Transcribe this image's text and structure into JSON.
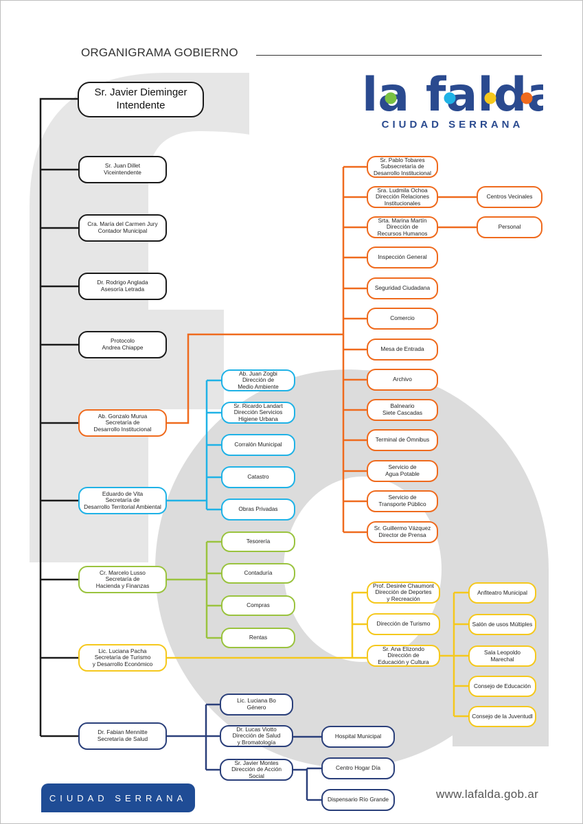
{
  "header": {
    "title": "ORGANIGRAMA GOBIERNO",
    "logo_text": "la falda",
    "logo_tagline": "CIUDAD SERRANA"
  },
  "colors": {
    "black": "#1a1a1a",
    "orange": "#ef6a1d",
    "cyan": "#1fb2e6",
    "green": "#9ac33e",
    "yellow": "#f5c81c",
    "navy": "#2a3f7a",
    "logo_blue": "#2a4a8f",
    "dot_green": "#7ac142",
    "dot_cyan": "#1fb2e6",
    "dot_yellow": "#f5c81c",
    "dot_orange": "#ef6a1d",
    "background_letters": "#c8c8c8"
  },
  "nodes": {
    "intendente": "Sr. Javier Dieminger\nIntendente",
    "vice": "Sr. Juan Dillet\nViceintendente",
    "contador": "Cra. María del Carmen Jury\nContador Municipal",
    "asesoria": "Dr. Rodrigo Anglada\nAsesoría Letrada",
    "protocolo": "Protocolo\nAndrea Chiappe",
    "murua": "Ab. Gonzalo Murua\nSecretaría de\nDesarrollo Institucional",
    "vita": "Eduardo de Vita\nSecretaría de\nDesarrollo Territorial Ambiental",
    "lusso": "Cr. Marcelo Lusso\nSecretaría de\nHacienda y Finanzas",
    "pacha": "Lic. Luciana Pacha\nSecretaría de Turismo\ny Desarrollo Económico",
    "mennitte": "Dr. Fabian Mennitte\nSecretaría de Salud",
    "tobares": "Sr. Pablo Tobares\nSubsecretaría de\nDesarrollo Institucional",
    "ochoa": "Sra. Ludmila Ochoa\nDirección Relaciones\nInstitucionales",
    "martin": "Srta. Marina Martín\nDirección de\nRecursos Humanos",
    "inspeccion": "Inspección General",
    "seguridad": "Seguridad Ciudadana",
    "comercio": "Comercio",
    "mesa": "Mesa de Entrada",
    "archivo": "Archivo",
    "balneario": "Balneario\nSiete Cascadas",
    "terminal": "Terminal de Ómnibus",
    "agua": "Servicio de\nAgua Potable",
    "transporte": "Servicio de\nTransporte Público",
    "vazquez": "Sr. Guillermo Vázquez\nDirector de Prensa",
    "vecinales": "Centros Vecinales",
    "personal": "Personal",
    "zogbi": "Ab. Juan Zogbi\nDirección de\nMedio Ambiente",
    "landart": "Sr. Ricardo Landart\nDirección Servicios\nHigiene Urbana",
    "corralon": "Corralón Municipal",
    "catastro": "Catastro",
    "obras": "Obras Privadas",
    "tesoreria": "Tesorería",
    "contaduria": "Contaduría",
    "compras": "Compras",
    "rentas": "Rentas",
    "chaumont": "Prof. Desirée Chaumont\nDirección de Deportes\ny Recreación",
    "turismo": "Dirección de Turismo",
    "elizondo": "Sr. Ana Elizondo\nDirección de\nEducación y Cultura",
    "anfiteatro": "Anfiteatro Municipal",
    "salon": "Salón de usos Múltiples",
    "marechal": "Sala Leopoldo Marechal",
    "educacion": "Consejo de Educación",
    "juventud": "Consejo de la Juventudl",
    "bo": "Lic. Luciana Bo\nGénero",
    "viotto": "Dr. Lucas Viotto\nDirección de Salud\ny Bromatología",
    "montes": "Sr. Javier Montes\nDirección de Acción Social",
    "hospital": "Hospital Municipal",
    "hogar": "Centro Hogar Día",
    "dispensario": "Dispensario Río Grande"
  },
  "footer": {
    "badge": "CIUDAD SERRANA",
    "url": "www.lafalda.gob.ar"
  }
}
